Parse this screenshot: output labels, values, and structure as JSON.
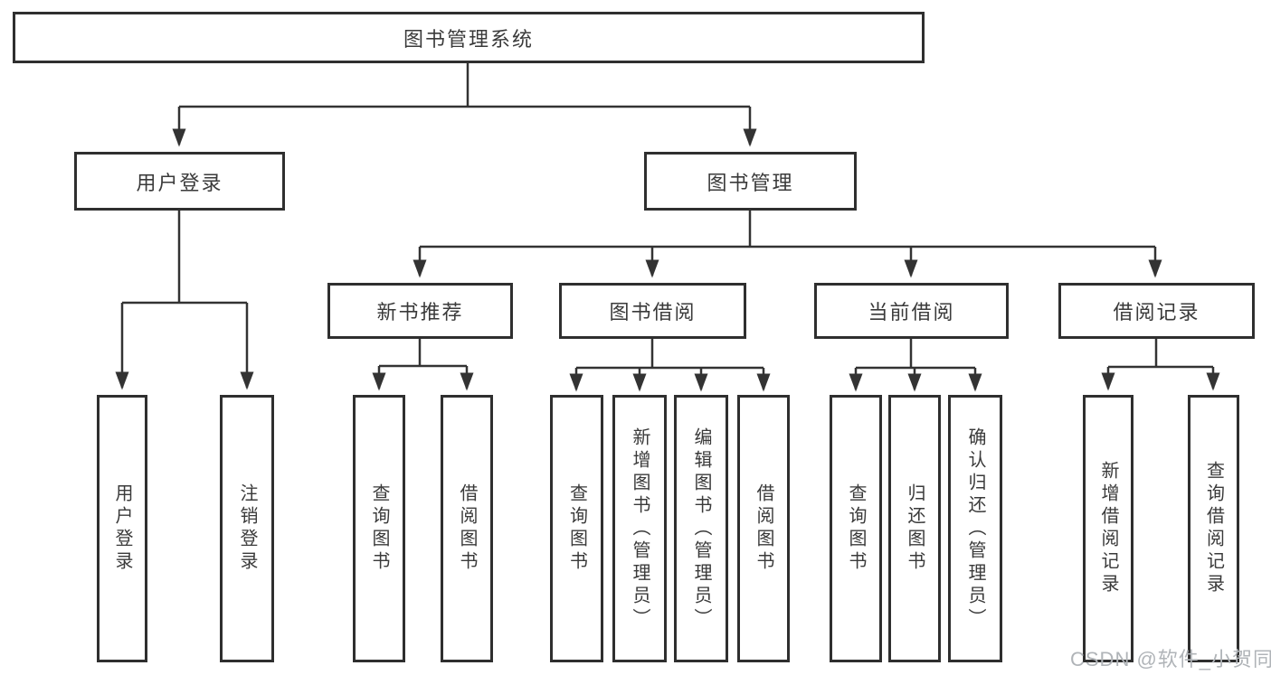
{
  "root": {
    "label": "图书管理系统"
  },
  "branches": [
    {
      "label": "用户登录",
      "leaves": [
        "用户登录",
        "注销登录"
      ]
    },
    {
      "label": "图书管理",
      "groups": [
        {
          "label": "新书推荐",
          "leaves": [
            "查询图书",
            "借阅图书"
          ]
        },
        {
          "label": "图书借阅",
          "leaves": [
            "查询图书",
            "新增图书（管理员）",
            "编辑图书（管理员）",
            "借阅图书"
          ]
        },
        {
          "label": "当前借阅",
          "leaves": [
            "查询图书",
            "归还图书",
            "确认归还（管理员）"
          ]
        },
        {
          "label": "借阅记录",
          "leaves": [
            "新增借阅记录",
            "查询借阅记录"
          ]
        }
      ]
    }
  ],
  "watermark": {
    "text": "CSDN @软件_小贺同学"
  },
  "colors": {
    "line": "#333333",
    "box_border": "#2f2f2f",
    "text": "#3a3a3a",
    "watermark": "#b0b4b8",
    "background": "#ffffff"
  }
}
